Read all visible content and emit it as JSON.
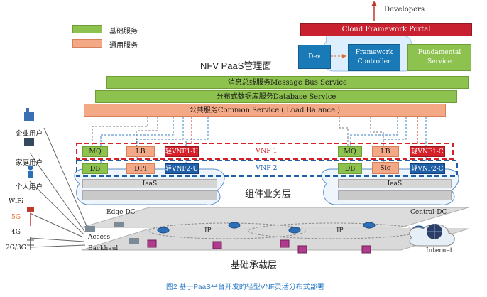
{
  "legend": [
    {
      "label": "基础服务",
      "color": "#8dc24f"
    },
    {
      "label": "通用服务",
      "color": "#f4a986"
    }
  ],
  "top": {
    "developers": "Developers",
    "portal": "Cloud Framework Portal",
    "dev_tools": "Dev Tools",
    "framework_controller": "Framework Controller",
    "fundamental_service": "Fundamental Service"
  },
  "mgmt_title": "NFV PaaS管理面",
  "bars": {
    "message_bus": "消息总线服务Message Bus Service",
    "database": "分布式数据库服务Database Service",
    "common": "公共服务Common Service ( Load Balance )"
  },
  "edge": {
    "mq": "MQ",
    "lb": "LB",
    "vnf1u": "轻VNF1-U",
    "db": "DB",
    "dpi": "DPI",
    "vnf2u": "轻VNF2-U",
    "iaas": "IaaS",
    "label": "Edge-DC"
  },
  "central": {
    "mq": "MQ",
    "lb": "LB",
    "vnf1c": "轻VNF1-C",
    "db": "DB",
    "sig": "Sig",
    "vnf2c": "轻VNF2-C",
    "iaas": "IaaS",
    "label": "Central-DC"
  },
  "vnf1": "VNF-1",
  "vnf2": "VNF-2",
  "component_layer": "组件业务层",
  "left_users": {
    "enterprise": "企业用户",
    "home": "家庭用户",
    "personal": "个人用户",
    "wifi": "WiFi",
    "g5": "5G",
    "g4": "4G",
    "g23": "2G/3G"
  },
  "bottom": {
    "access": "Access",
    "backhaul": "Backhaul",
    "ip1": "IP",
    "ip2": "IP",
    "internet": "Internet",
    "base_layer": "基础承载层"
  },
  "caption": "图2 基于PaaS平台开发的轻型VNF灵活分布式部署",
  "colors": {
    "green": "#8dc24f",
    "orange": "#f4a986",
    "red": "#d6212a",
    "blue": "#1f5fa8",
    "accent_blue": "#1a7ab8",
    "caption_blue": "#2a79c6"
  }
}
